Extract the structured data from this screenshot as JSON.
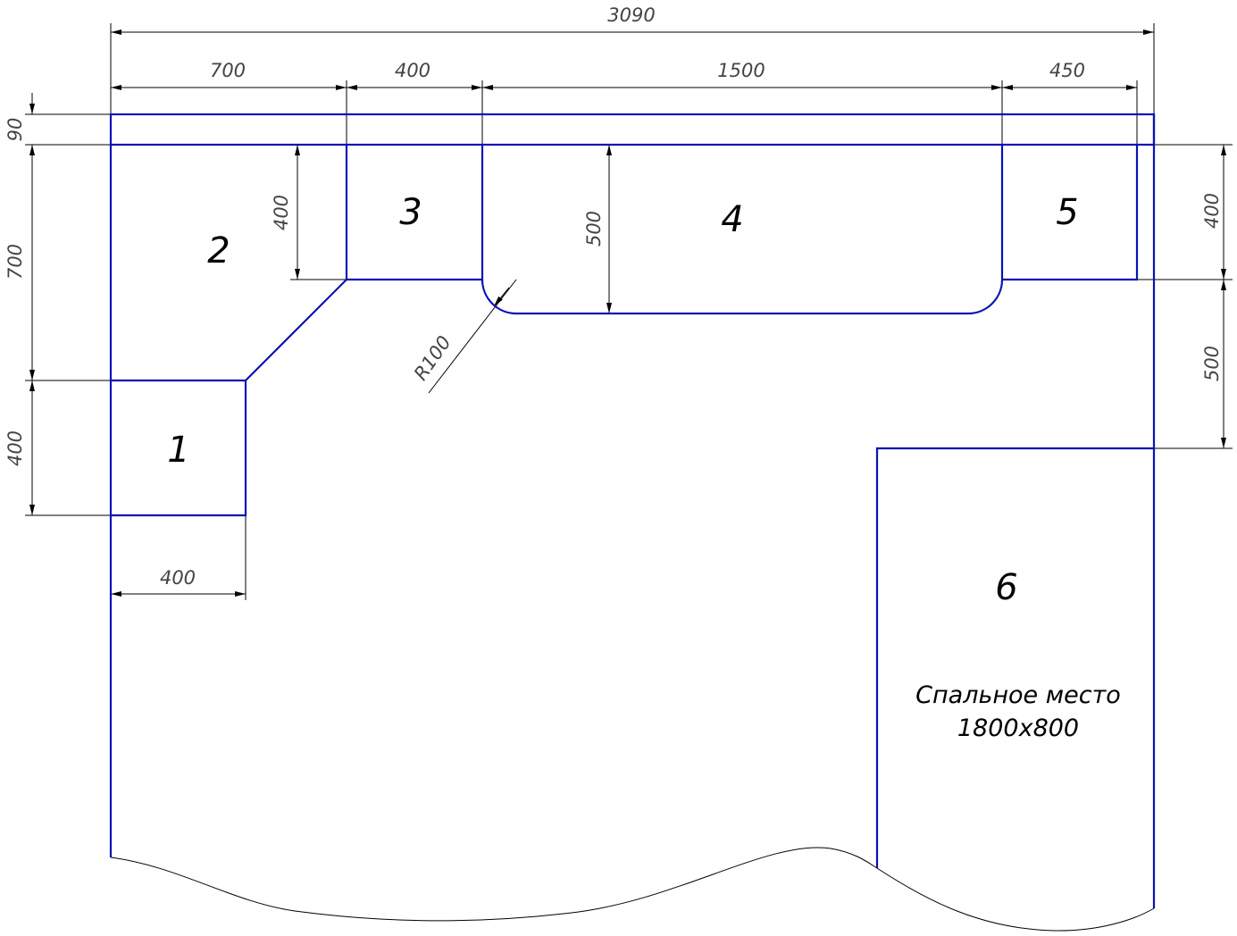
{
  "dimensions": {
    "total_width": "3090",
    "top_segments": [
      "700",
      "400",
      "1500",
      "450"
    ],
    "left_segments": [
      "90",
      "700",
      "400"
    ],
    "inner_depth_2": "400",
    "inner_depth_4": "500",
    "right_segments": [
      "400",
      "500"
    ],
    "module1_width": "400",
    "radius": "R100"
  },
  "modules": [
    "1",
    "2",
    "3",
    "4",
    "5",
    "6"
  ],
  "bed": {
    "label": "Спальное место",
    "size": "1800x800"
  },
  "colors": {
    "wall": "#0a12b5",
    "dimension": "#000000"
  }
}
